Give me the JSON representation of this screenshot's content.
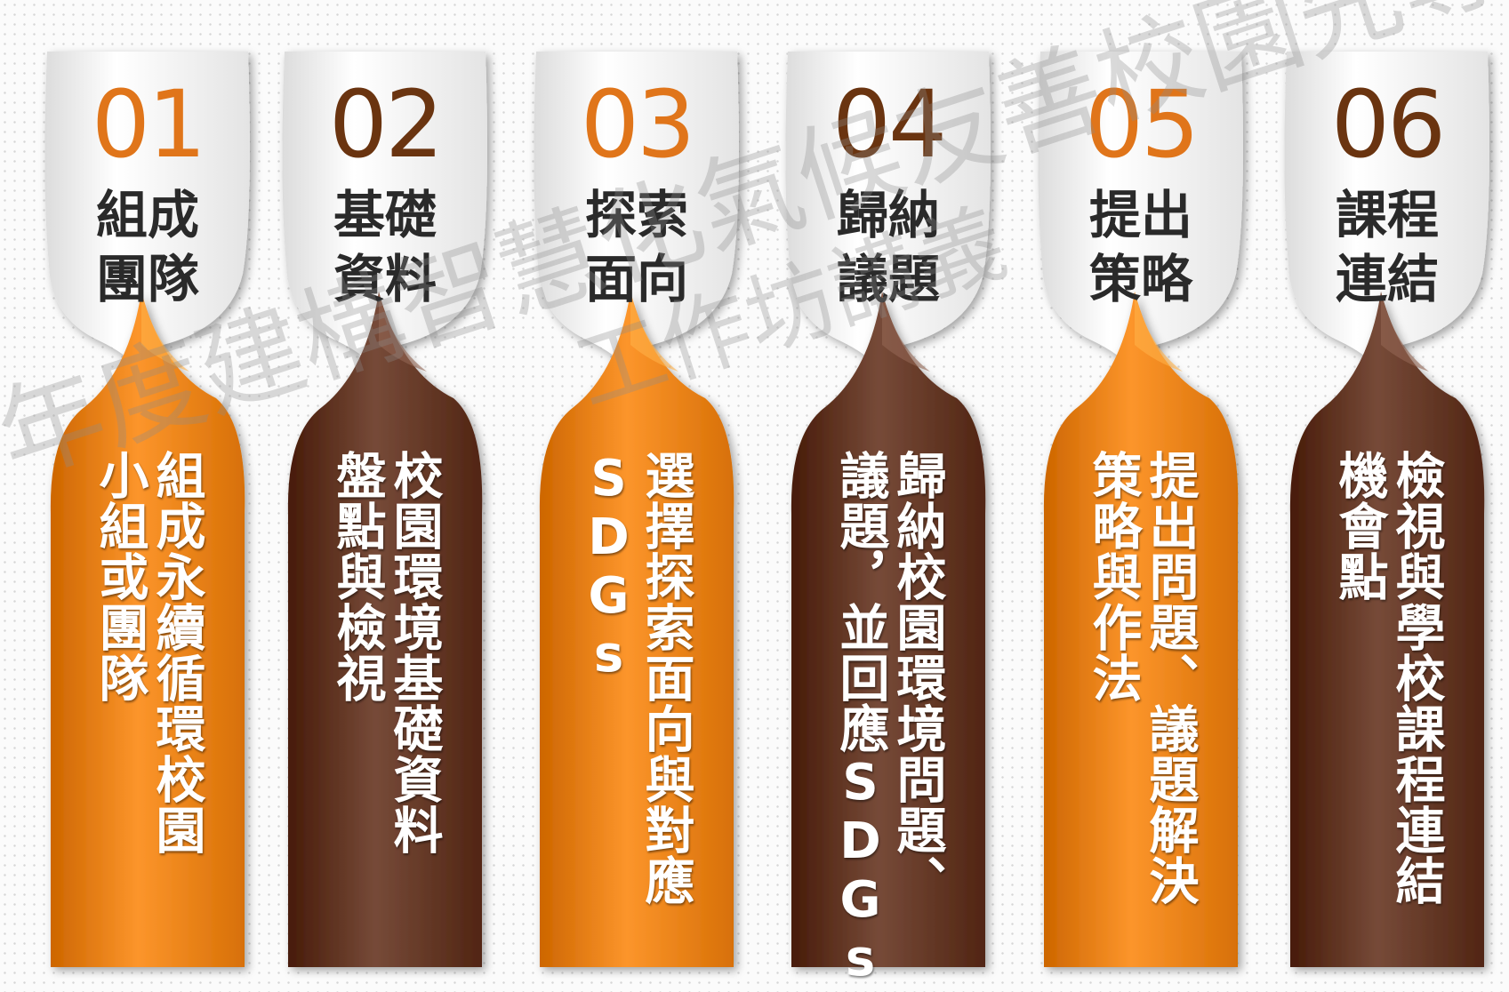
{
  "colors": {
    "orange": "#f0891f",
    "brown": "#6a3e2c",
    "number_orange": "#e0751a",
    "number_brown": "#6a3410"
  },
  "steps": [
    {
      "number": "01",
      "title_line1": "組成",
      "title_line2": "團隊",
      "desc_col1": "組成永續循環校園",
      "desc_col2": "小組或團隊",
      "color": "orange"
    },
    {
      "number": "02",
      "title_line1": "基礎",
      "title_line2": "資料",
      "desc_col1": "校園環境基礎資料",
      "desc_col2": "盤點與檢視",
      "color": "brown"
    },
    {
      "number": "03",
      "title_line1": "探索",
      "title_line2": "面向",
      "desc_col1": "選擇探索面向與對應",
      "desc_col2": "SDGs",
      "color": "orange"
    },
    {
      "number": "04",
      "title_line1": "歸納",
      "title_line2": "議題",
      "desc_col1": "歸納校園環境問題、",
      "desc_col2": "議題，並回應SDGs",
      "color": "brown"
    },
    {
      "number": "05",
      "title_line1": "提出",
      "title_line2": "策略",
      "desc_col1": "提出問題、議題解決",
      "desc_col2": "策略與作法",
      "color": "orange"
    },
    {
      "number": "06",
      "title_line1": "課程",
      "title_line2": "連結",
      "desc_col1": "檢視與學校課程連結",
      "desc_col2": "機會點",
      "color": "brown"
    }
  ],
  "watermark": {
    "line1": "年度建構智慧化氣候友善校園先導型",
    "line2": "工作坊講義"
  }
}
